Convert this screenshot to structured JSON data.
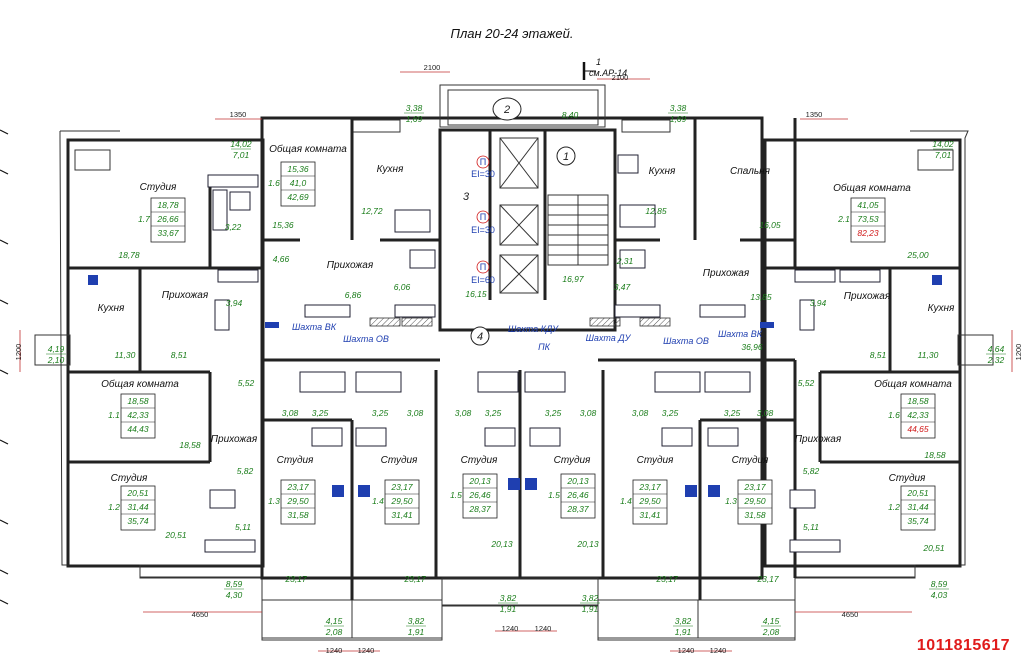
{
  "title": "План 20-24 этажей.",
  "reference": {
    "num": "1",
    "sheet": "см.АР-14"
  },
  "listing_id": "1011815617",
  "stair_numbers": [
    "1",
    "2",
    "3",
    "4"
  ],
  "shaft_tags": [
    "П",
    "EI=30",
    "П",
    "EI=30",
    "П",
    "EI=60"
  ],
  "shafts": [
    "Шахта ВК",
    "Шахта ОВ",
    "Шахта КДУ",
    "Шахта ДУ",
    "Шахта ОВ",
    "Шахта ВК",
    "ПК"
  ],
  "rooms": [
    {
      "label": "Общая комната"
    },
    {
      "label": "Студия"
    },
    {
      "label": "Кухня"
    },
    {
      "label": "Прихожая"
    },
    {
      "label": "Кухня"
    },
    {
      "label": "Прихожая"
    },
    {
      "label": "Общая комната"
    },
    {
      "label": "Прихожая"
    },
    {
      "label": "Студия"
    },
    {
      "label": "Студия"
    },
    {
      "label": "Студия"
    },
    {
      "label": "Студия"
    },
    {
      "label": "Студия"
    },
    {
      "label": "Кухня"
    },
    {
      "label": "Спальня"
    },
    {
      "label": "Общая комната"
    },
    {
      "label": "Прихожая"
    },
    {
      "label": "Прихожая"
    },
    {
      "label": "Кухня"
    },
    {
      "label": "Общая комната"
    },
    {
      "label": "Прихожая"
    },
    {
      "label": "Студия"
    },
    {
      "label": "Студия"
    },
    {
      "label": "Студия"
    }
  ],
  "apartments": [
    {
      "idx": "1.7",
      "a": "18,78",
      "b": "26,66",
      "c": "33,67"
    },
    {
      "idx": "1.6",
      "a": "15,36",
      "b": "41,0",
      "c": "42,69"
    },
    {
      "idx": "1.1",
      "a": "18,58",
      "b": "42,33",
      "c": "44,43"
    },
    {
      "idx": "1.2",
      "a": "20,51",
      "b": "31,44",
      "c": "35,74"
    },
    {
      "idx": "1.3",
      "a": "23,17",
      "b": "29,50",
      "c": "31,58"
    },
    {
      "idx": "1.4",
      "a": "23,17",
      "b": "29,50",
      "c": "31,41"
    },
    {
      "idx": "1.5",
      "a": "20,13",
      "b": "26,46",
      "c": "28,37"
    },
    {
      "idx": "1.5",
      "a": "20,13",
      "b": "26,46",
      "c": "28,37"
    },
    {
      "idx": "1.4",
      "a": "23,17",
      "b": "29,50",
      "c": "31,41"
    },
    {
      "idx": "1.3",
      "a": "23,17",
      "b": "29,50",
      "c": "31,58"
    },
    {
      "idx": "2.1",
      "a": "41,05",
      "b": "73,53",
      "c": "82,23"
    },
    {
      "idx": "1.6",
      "a": "18,58",
      "b": "42,33",
      "c": "44,65"
    },
    {
      "idx": "1.2",
      "a": "20,51",
      "b": "31,44",
      "c": "35,74"
    }
  ],
  "areas": [
    "18,78",
    "3,22",
    "15,36",
    "12,72",
    "4,66",
    "6,06",
    "6,86",
    "8,40",
    "16,15",
    "16,97",
    "12,85",
    "16,05",
    "2,31",
    "3,47",
    "13,85",
    "25,00",
    "3,94",
    "3,94",
    "11,30",
    "8,51",
    "5,52",
    "3,08",
    "3,25",
    "3,25",
    "3,08",
    "18,58",
    "5,82",
    "5,11",
    "20,51",
    "3,08",
    "3,25",
    "3,25",
    "3,08",
    "20,13",
    "20,13",
    "3,08",
    "3,25",
    "3,25",
    "3,08",
    "5,52",
    "8,51",
    "11,30",
    "18,58",
    "5,82",
    "5,11",
    "20,51",
    "23,17",
    "23,17",
    "23,17",
    "23,17",
    "36,96"
  ],
  "balconies": [
    {
      "a": "14,02",
      "b": "7,01"
    },
    {
      "a": "3,38",
      "b": "1,69"
    },
    {
      "a": "3,38",
      "b": "1,69"
    },
    {
      "a": "14,02",
      "b": "7,01"
    },
    {
      "a": "4,19",
      "b": "2,10"
    },
    {
      "a": "4,64",
      "b": "2,32"
    },
    {
      "a": "8,59",
      "b": "4,30"
    },
    {
      "a": "4,15",
      "b": "2,08"
    },
    {
      "a": "3,82",
      "b": "1,91"
    },
    {
      "a": "3,82",
      "b": "1,91"
    },
    {
      "a": "3,82",
      "b": "1,91"
    },
    {
      "a": "3,82",
      "b": "1,91"
    },
    {
      "a": "4,15",
      "b": "2,08"
    },
    {
      "a": "8,59",
      "b": "4,03"
    }
  ],
  "dimensions": [
    "2100",
    "2100",
    "1350",
    "1350",
    "1200",
    "1200",
    "4650",
    "4650",
    "1240",
    "1240",
    "1240",
    "1240",
    "1240",
    "1240"
  ],
  "colors": {
    "walls": "#222222",
    "area_text": "#1a7d1a",
    "highlight_area": "#d01818",
    "labels_blue": "#1f3fb0",
    "listing": "#e01b1b"
  }
}
